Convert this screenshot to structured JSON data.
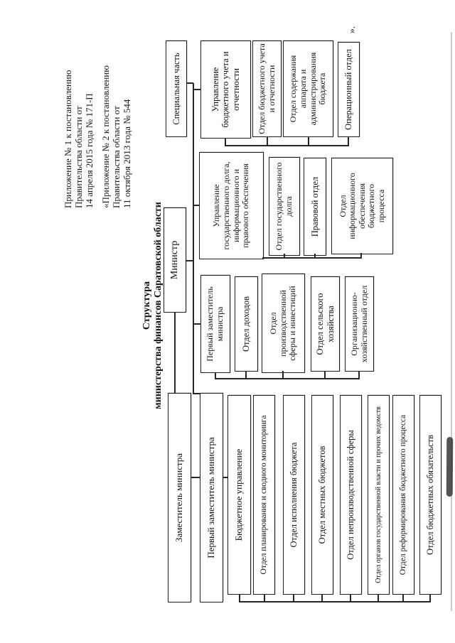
{
  "colors": {
    "ink": "#1e1e1e",
    "paper": "#ffffff"
  },
  "appendix": {
    "block1": [
      "Приложение № 1 к постановлению",
      "Правительства области от",
      "14 апреля 2015 года № 171-П"
    ],
    "block2": [
      "«Приложение № 2 к постановлению",
      "Правительства области от",
      "11 октября 2013 года № 544"
    ]
  },
  "title": {
    "line1": "Структура",
    "line2": "министерства финансов Саратовской области"
  },
  "closing_quote": "».",
  "org": {
    "minister": "Министр",
    "special_part": "Специальная часть",
    "deputy_minister": "Заместитель министра",
    "first_deputy_minister_left": "Первый заместитель министра",
    "budget_directorate": "Бюджетное управление",
    "dept_planning_monitoring": "Отдел планирования и сводного мониторинга",
    "dept_budget_execution": "Отдел исполнения бюджета",
    "dept_local_budgets": "Отдел местных бюджетов",
    "dept_nonproduction": "Отдел непроизводственной сферы",
    "dept_state_bodies": "Отдел органов государственной власти и прочих ведомств",
    "dept_budget_reform": "Отдел реформирования бюджетного процесса",
    "dept_budget_obligations": "Отдел бюджетных обязательств",
    "first_deputy_minister": "Первый заместитель министра",
    "dept_revenues": "Отдел доходов",
    "dept_production_investments": "Отдел производственной сферы и инвестиций",
    "dept_agriculture": "Отдел сельского хозяйства",
    "dept_org_household": "Организационно-хозяйственный отдел",
    "directorate_debt_info_legal": "Управление государственного долга, информационного и правового обеспечения",
    "dept_state_debt": "Отдел государственного долга",
    "dept_legal": "Правовой отдел",
    "dept_info_support": "Отдел информационного обеспечения бюджетного процесса",
    "directorate_accounting": "Управление бюджетного учета и отчетности",
    "dept_budget_accounting": "Отдел бюджетного учета и отчетности",
    "dept_apparatus_admin": "Отдел содержания аппарата и администрирования бюджета",
    "dept_operations": "Операционный отдел"
  }
}
